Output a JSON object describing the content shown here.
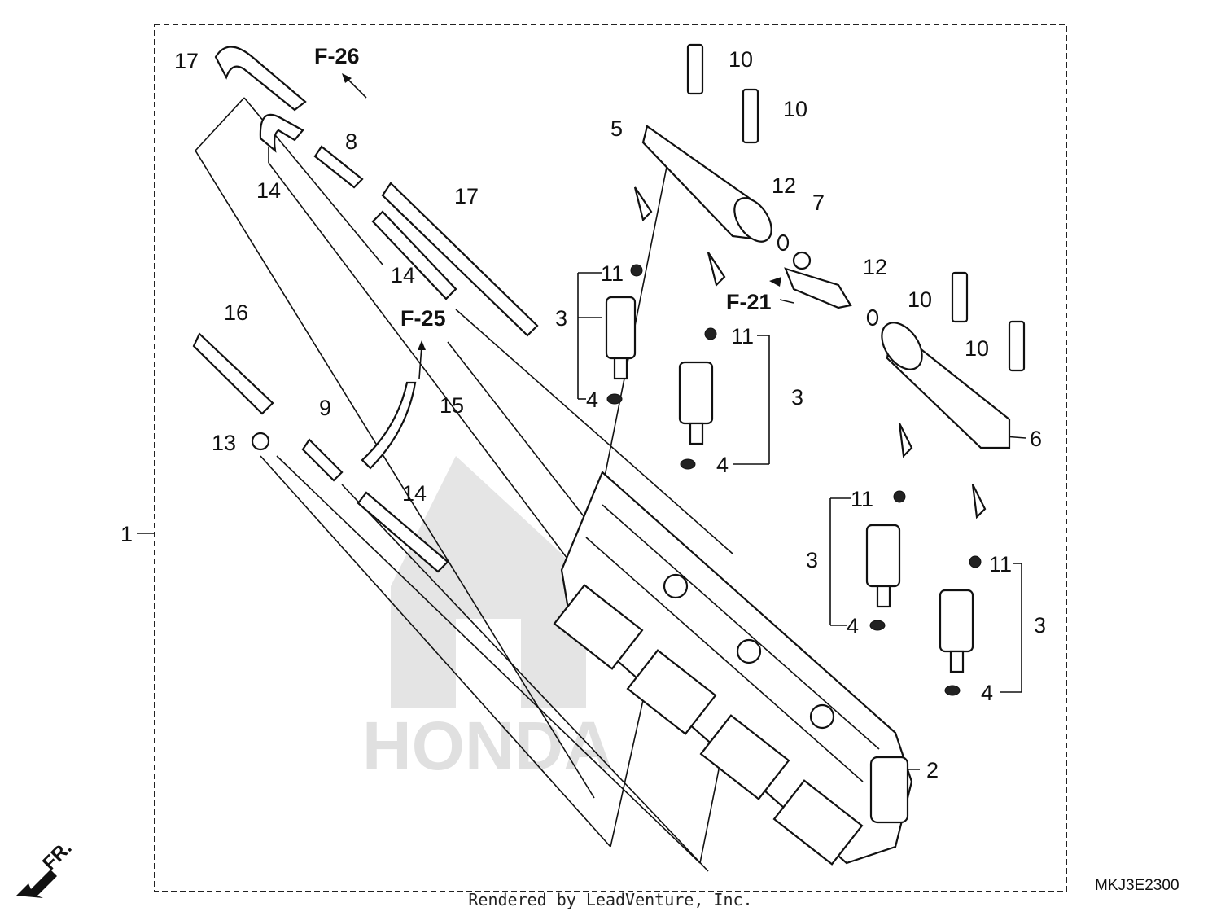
{
  "diagram": {
    "callouts": {
      "n1": "1",
      "n2": "2",
      "n3a": "3",
      "n3b": "3",
      "n3c": "3",
      "n3d": "3",
      "n4a": "4",
      "n4b": "4",
      "n4c": "4",
      "n4d": "4",
      "n5": "5",
      "n6": "6",
      "n7": "7",
      "n8": "8",
      "n9": "9",
      "n10a": "10",
      "n10b": "10",
      "n10c": "10",
      "n10d": "10",
      "n11a": "11",
      "n11b": "11",
      "n11c": "11",
      "n11d": "11",
      "n12a": "12",
      "n12b": "12",
      "n13": "13",
      "n14a": "14",
      "n14b": "14",
      "n14c": "14",
      "n15": "15",
      "n16": "16",
      "n17a": "17",
      "n17b": "17"
    },
    "references": {
      "f26": "F-26",
      "f25": "F-25",
      "f21": "F-21"
    },
    "front_indicator": "FR.",
    "diagram_code": "MKJ3E2300",
    "watermark": "HONDA"
  },
  "footer": {
    "credit": "Rendered by LeadVenture, Inc."
  }
}
